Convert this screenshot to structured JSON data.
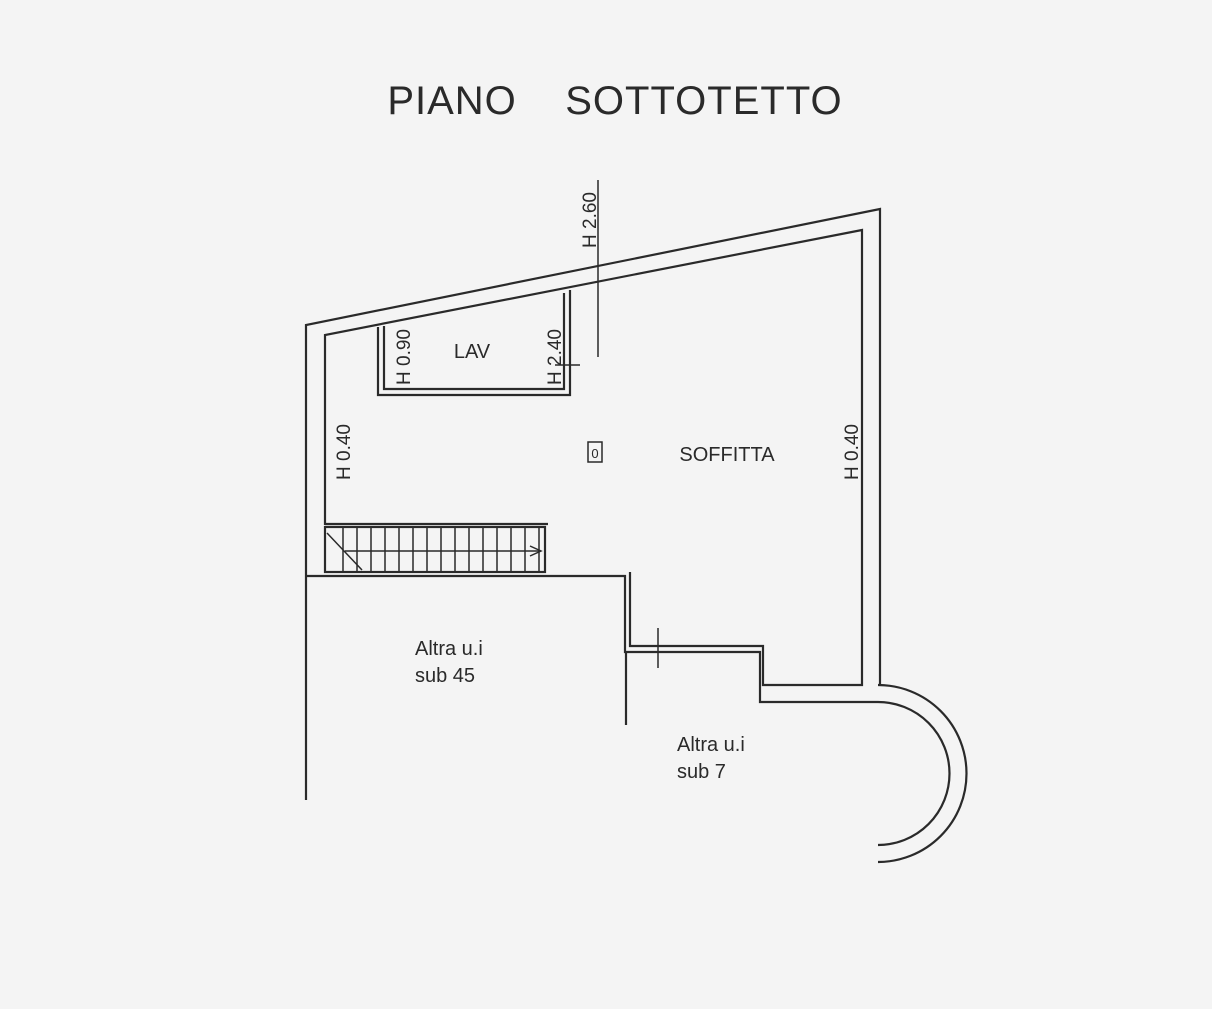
{
  "title": "PIANO    SOTTOTETTO",
  "rooms": {
    "lav": "LAV",
    "soffitta": "SOFFITTA"
  },
  "heights": {
    "h260": "H 2.60",
    "h240": "H 2.40",
    "h090": "H 0.90",
    "h040_left": "H 0.40",
    "h040_right": "H 0.40"
  },
  "neighbors": {
    "sub45_line1": "Altra u.i",
    "sub45_line2": "sub 45",
    "sub7_line1": "Altra u.i",
    "sub7_line2": "sub 7"
  },
  "chimney_label": "0"
}
